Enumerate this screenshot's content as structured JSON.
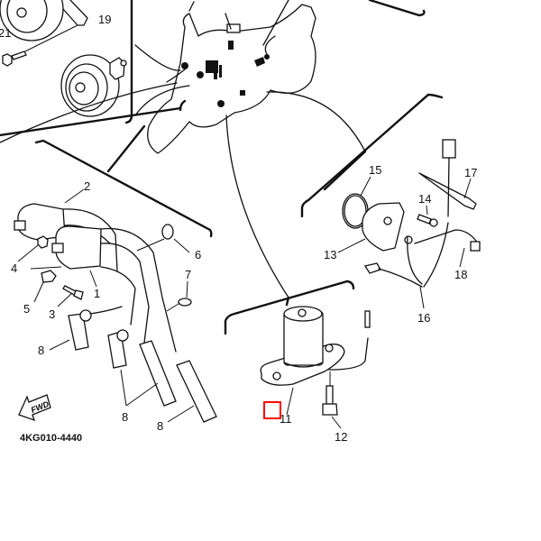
{
  "diagram": {
    "code": "4KG010-4440",
    "fwd_label": "FWD",
    "highlight_color": "#ff0000",
    "callouts": {
      "c1": "1",
      "c2": "2",
      "c3": "3",
      "c4": "4",
      "c5": "5",
      "c6": "6",
      "c7": "7",
      "c8a": "8",
      "c8b": "8",
      "c8c": "8",
      "c11": "11",
      "c12": "12",
      "c13": "13",
      "c14": "14",
      "c15": "15",
      "c16": "16",
      "c17": "17",
      "c18": "18",
      "c19": "19",
      "c21": "21"
    }
  }
}
